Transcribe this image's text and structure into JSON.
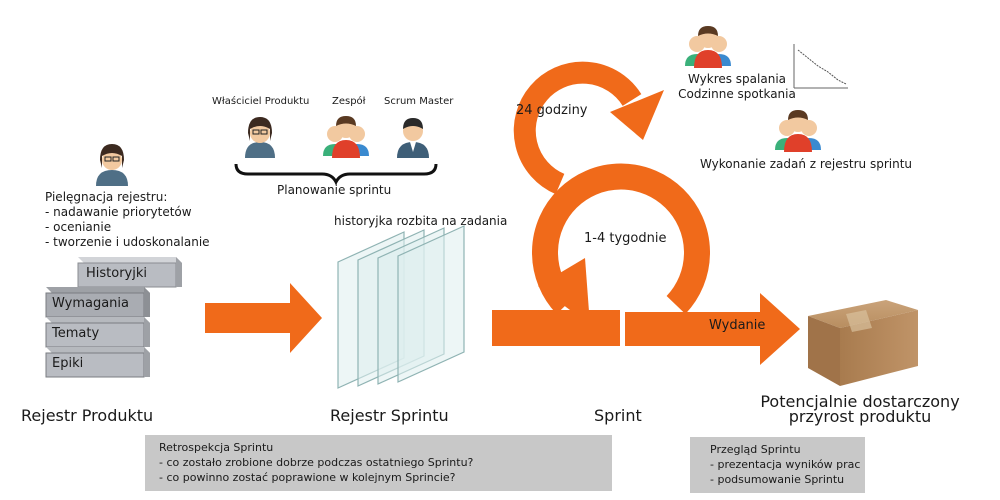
{
  "roles": {
    "owner": "Właściciel Produktu",
    "team": "Zespół",
    "master": "Scrum Master"
  },
  "planning_label": "Planowanie sprintu",
  "grooming": {
    "title": "Pielęgnacja rejestru:",
    "items": [
      "- nadawanie priorytetów",
      "- ocenianie",
      "- tworzenie i udoskonalanie"
    ]
  },
  "backlog_stack": [
    "Historyjki",
    "Wymagania",
    "Tematy",
    "Epiki"
  ],
  "backlog_caption": "Rejestr Produktu",
  "sprint_backlog_top": "historyjka rozbita na zadania",
  "sprint_backlog_caption": "Rejestr Sprintu",
  "cycle": {
    "daily": "24 godziny",
    "sprint_len": "1-4 tygodnie",
    "caption": "Sprint"
  },
  "release_label": "Wydanie",
  "increment_caption": [
    "Potencjalnie dostarczony",
    "przyrost produktu"
  ],
  "daily_items": [
    "Wykres spalania",
    "Codzinne spotkania"
  ],
  "task_label": "Wykonanie zadań z  rejestru sprintu",
  "retro": {
    "title": "Retrospekcja Sprintu",
    "items": [
      "- co zostało zrobione dobrze podczas ostatniego Sprintu?",
      "- co powinno zostać poprawione w kolejnym Sprincie?"
    ]
  },
  "review": {
    "title": "Przegląd Sprintu",
    "items": [
      "- prezentacja wyników prac",
      "- podsumowanie Sprintu"
    ]
  },
  "colors": {
    "orange": "#f06a1a",
    "orange_dark": "#d9540c",
    "gray_box": "#c8c8c8",
    "box_brown": "#b99165"
  },
  "icons": [
    "woman-avatar-icon",
    "team-icon",
    "man-avatar-icon",
    "burndown-chart-icon",
    "package-box-icon"
  ]
}
